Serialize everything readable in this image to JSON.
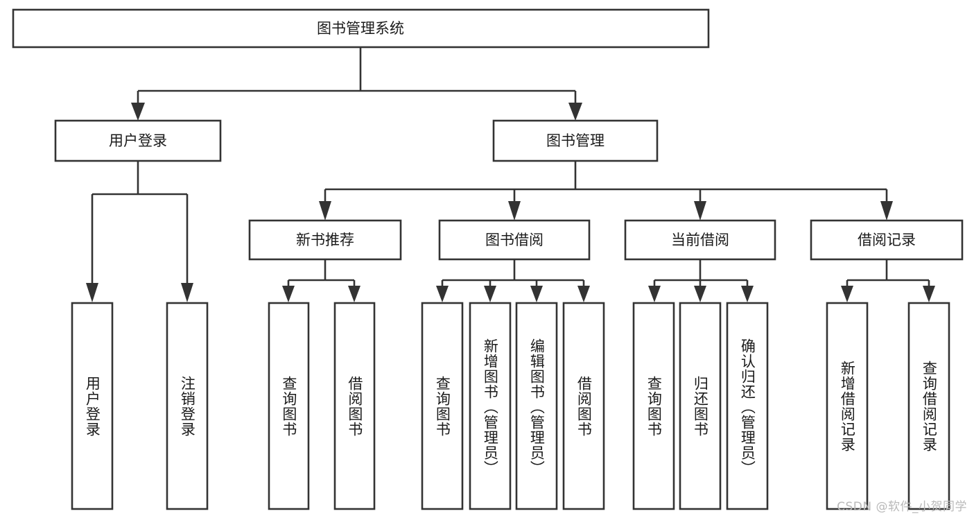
{
  "diagram": {
    "title": "图书管理系统",
    "type": "tree",
    "watermark": "CSDN @软件_小贺同学",
    "colors": {
      "box_stroke": "#333333",
      "box_fill": "#ffffff",
      "connector": "#333333",
      "text": "#1a1a1a",
      "watermark": "#b9b9b9",
      "background": "#ffffff"
    },
    "root": {
      "id": "root",
      "label": "图书管理系统",
      "orientation": "horizontal"
    },
    "level2": [
      {
        "id": "user-login",
        "label": "用户登录",
        "orientation": "horizontal"
      },
      {
        "id": "book-manage",
        "label": "图书管理",
        "orientation": "horizontal"
      }
    ],
    "level3": [
      {
        "id": "new-book-recommend",
        "label": "新书推荐",
        "orientation": "horizontal",
        "parent": "book-manage"
      },
      {
        "id": "book-borrow",
        "label": "图书借阅",
        "orientation": "horizontal",
        "parent": "book-manage"
      },
      {
        "id": "current-borrow",
        "label": "当前借阅",
        "orientation": "horizontal",
        "parent": "book-manage"
      },
      {
        "id": "borrow-record",
        "label": "借阅记录",
        "orientation": "horizontal",
        "parent": "book-manage"
      }
    ],
    "leaves": [
      {
        "id": "leaf-user-login",
        "label": "用户登录",
        "orientation": "vertical",
        "parent": "user-login"
      },
      {
        "id": "leaf-logout-login",
        "label": "注销登录",
        "orientation": "vertical",
        "parent": "user-login"
      },
      {
        "id": "leaf-query-book-1",
        "label": "查询图书",
        "orientation": "vertical",
        "parent": "new-book-recommend"
      },
      {
        "id": "leaf-borrow-book-1",
        "label": "借阅图书",
        "orientation": "vertical",
        "parent": "new-book-recommend"
      },
      {
        "id": "leaf-query-book-2",
        "label": "查询图书",
        "orientation": "vertical",
        "parent": "book-borrow"
      },
      {
        "id": "leaf-add-book",
        "label": "新增图书（管理员）",
        "orientation": "vertical",
        "parent": "book-borrow"
      },
      {
        "id": "leaf-edit-book",
        "label": "编辑图书（管理员）",
        "orientation": "vertical",
        "parent": "book-borrow"
      },
      {
        "id": "leaf-borrow-book-2",
        "label": "借阅图书",
        "orientation": "vertical",
        "parent": "book-borrow"
      },
      {
        "id": "leaf-query-book-3",
        "label": "查询图书",
        "orientation": "vertical",
        "parent": "current-borrow"
      },
      {
        "id": "leaf-return-book",
        "label": "归还图书",
        "orientation": "vertical",
        "parent": "current-borrow"
      },
      {
        "id": "leaf-confirm-return",
        "label": "确认归还（管理员）",
        "orientation": "vertical",
        "parent": "current-borrow"
      },
      {
        "id": "leaf-add-record",
        "label": "新增借阅记录",
        "orientation": "vertical",
        "parent": "borrow-record"
      },
      {
        "id": "leaf-query-record",
        "label": "查询借阅记录",
        "orientation": "vertical",
        "parent": "borrow-record"
      }
    ]
  }
}
